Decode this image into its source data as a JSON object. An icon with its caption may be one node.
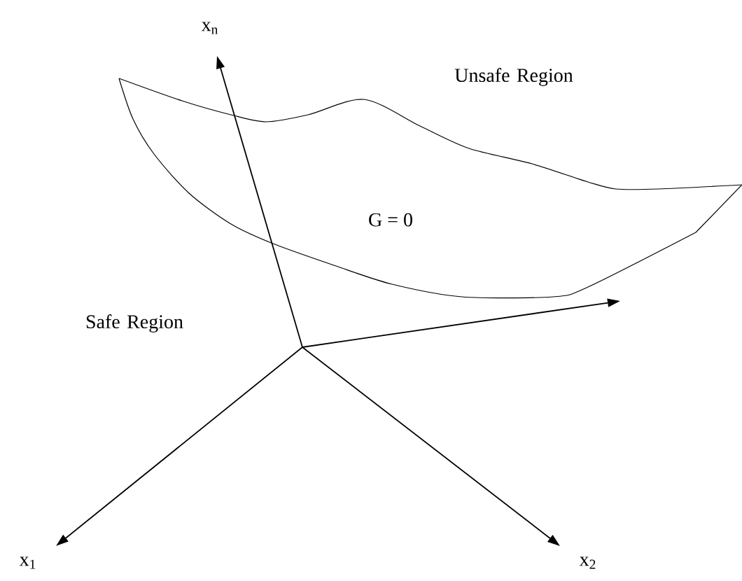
{
  "diagram": {
    "labels": [
      "x$_{n}$",
      "Unsafe Region",
      "G = 0",
      "Safe Region",
      "x$_{1}$",
      "x$_{2}$"
    ]
  }
}
